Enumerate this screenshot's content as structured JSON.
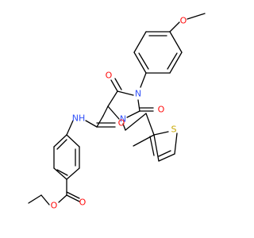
{
  "diagram": {
    "colors": {
      "bond": "#000000",
      "oxygen": "#ff0d0d",
      "nitrogen": "#3050f8",
      "sulfur": "#c8a800",
      "carbon": "#000000"
    },
    "atom_labels": {
      "o_methoxy": "O",
      "o_c5": "O",
      "o_c2": "O",
      "n_1": "N",
      "n_3": "N",
      "o_amide": "O",
      "nh_amide": "NH",
      "s_thiophene": "S",
      "o_ester_carbonyl": "O",
      "o_ester_alkoxy": "O"
    }
  }
}
